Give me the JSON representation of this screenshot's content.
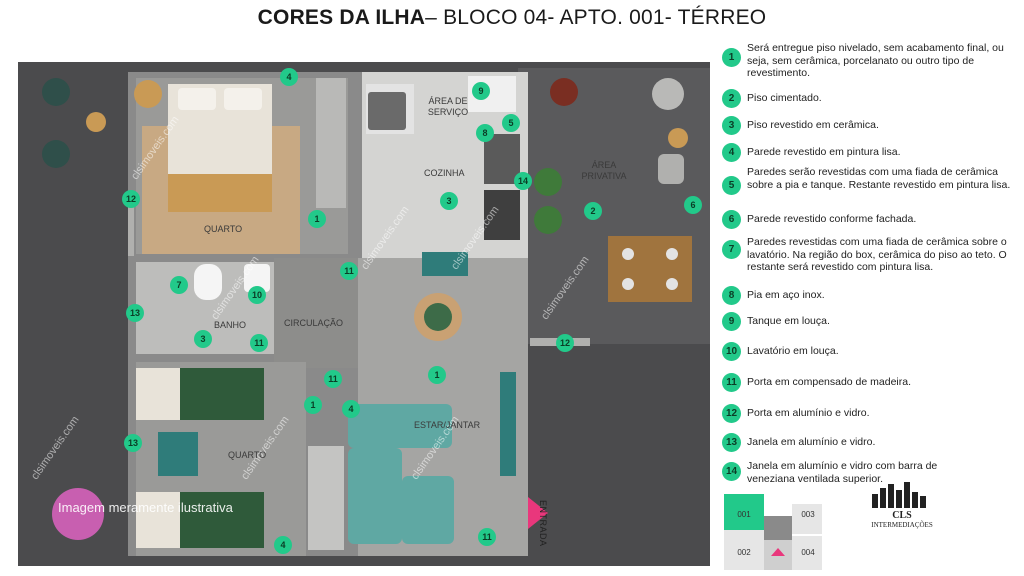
{
  "title": {
    "bold": "CORES DA ILHA",
    "rest": "– BLOCO 04- APTO. 001- TÉRREO"
  },
  "rooms": {
    "quarto_top": "QUARTO",
    "area_servico": "ÁREA DE SERVIÇO",
    "cozinha": "COZINHA",
    "area_privativa": "ÁREA PRIVATIVA",
    "banho": "BANHO",
    "circulacao": "CIRCULAÇÃO",
    "quarto_bottom": "QUARTO",
    "estar_jantar": "ESTAR/JANTAR"
  },
  "watermark": "clsimoveis.com",
  "caption": "Imagem meramente ilustrativa",
  "entrada": "ENTRADA",
  "legend": [
    {
      "num": "1",
      "text": "Será entregue piso nivelado, sem acabamento final, ou seja, sem cerâmica, porcelanato ou outro tipo de revestimento."
    },
    {
      "num": "2",
      "text": "Piso cimentado."
    },
    {
      "num": "3",
      "text": "Piso revestido em cerâmica."
    },
    {
      "num": "4",
      "text": "Parede revestido em pintura lisa."
    },
    {
      "num": "5",
      "text": "Paredes serão revestidas com uma fiada de cerâmica sobre a pia e tanque. Restante revestido em pintura lisa."
    },
    {
      "num": "6",
      "text": "Parede revestido conforme fachada."
    },
    {
      "num": "7",
      "text": "Paredes revestidas com uma fiada de cerâmica sobre o lavatório. Na região do box, cerâmica do piso ao teto. O restante será revestido com pintura lisa."
    },
    {
      "num": "8",
      "text": "Pia em aço inox."
    },
    {
      "num": "9",
      "text": "Tanque em louça."
    },
    {
      "num": "10",
      "text": "Lavatório em louça."
    },
    {
      "num": "11",
      "text": "Porta em compensado de madeira."
    },
    {
      "num": "12",
      "text": "Porta em alumínio e vidro."
    },
    {
      "num": "13",
      "text": "Janela em alumínio e vidro."
    },
    {
      "num": "14",
      "text": "Janela em alumínio e vidro com barra de veneziana ventilada superior."
    }
  ],
  "markers": [
    "4",
    "9",
    "5",
    "8",
    "1",
    "14",
    "3",
    "2",
    "6",
    "12",
    "11",
    "7",
    "10",
    "13",
    "3",
    "11",
    "1",
    "11",
    "1",
    "4",
    "13",
    "4",
    "11",
    "12"
  ],
  "keyplan": {
    "units": [
      "001",
      "003",
      "002",
      "004"
    ]
  },
  "logo": {
    "name": "CLS",
    "subtitle": "INTERMEDIAÇÕES"
  },
  "colors": {
    "accent": "#22c98a",
    "entrada": "#e9377c"
  }
}
